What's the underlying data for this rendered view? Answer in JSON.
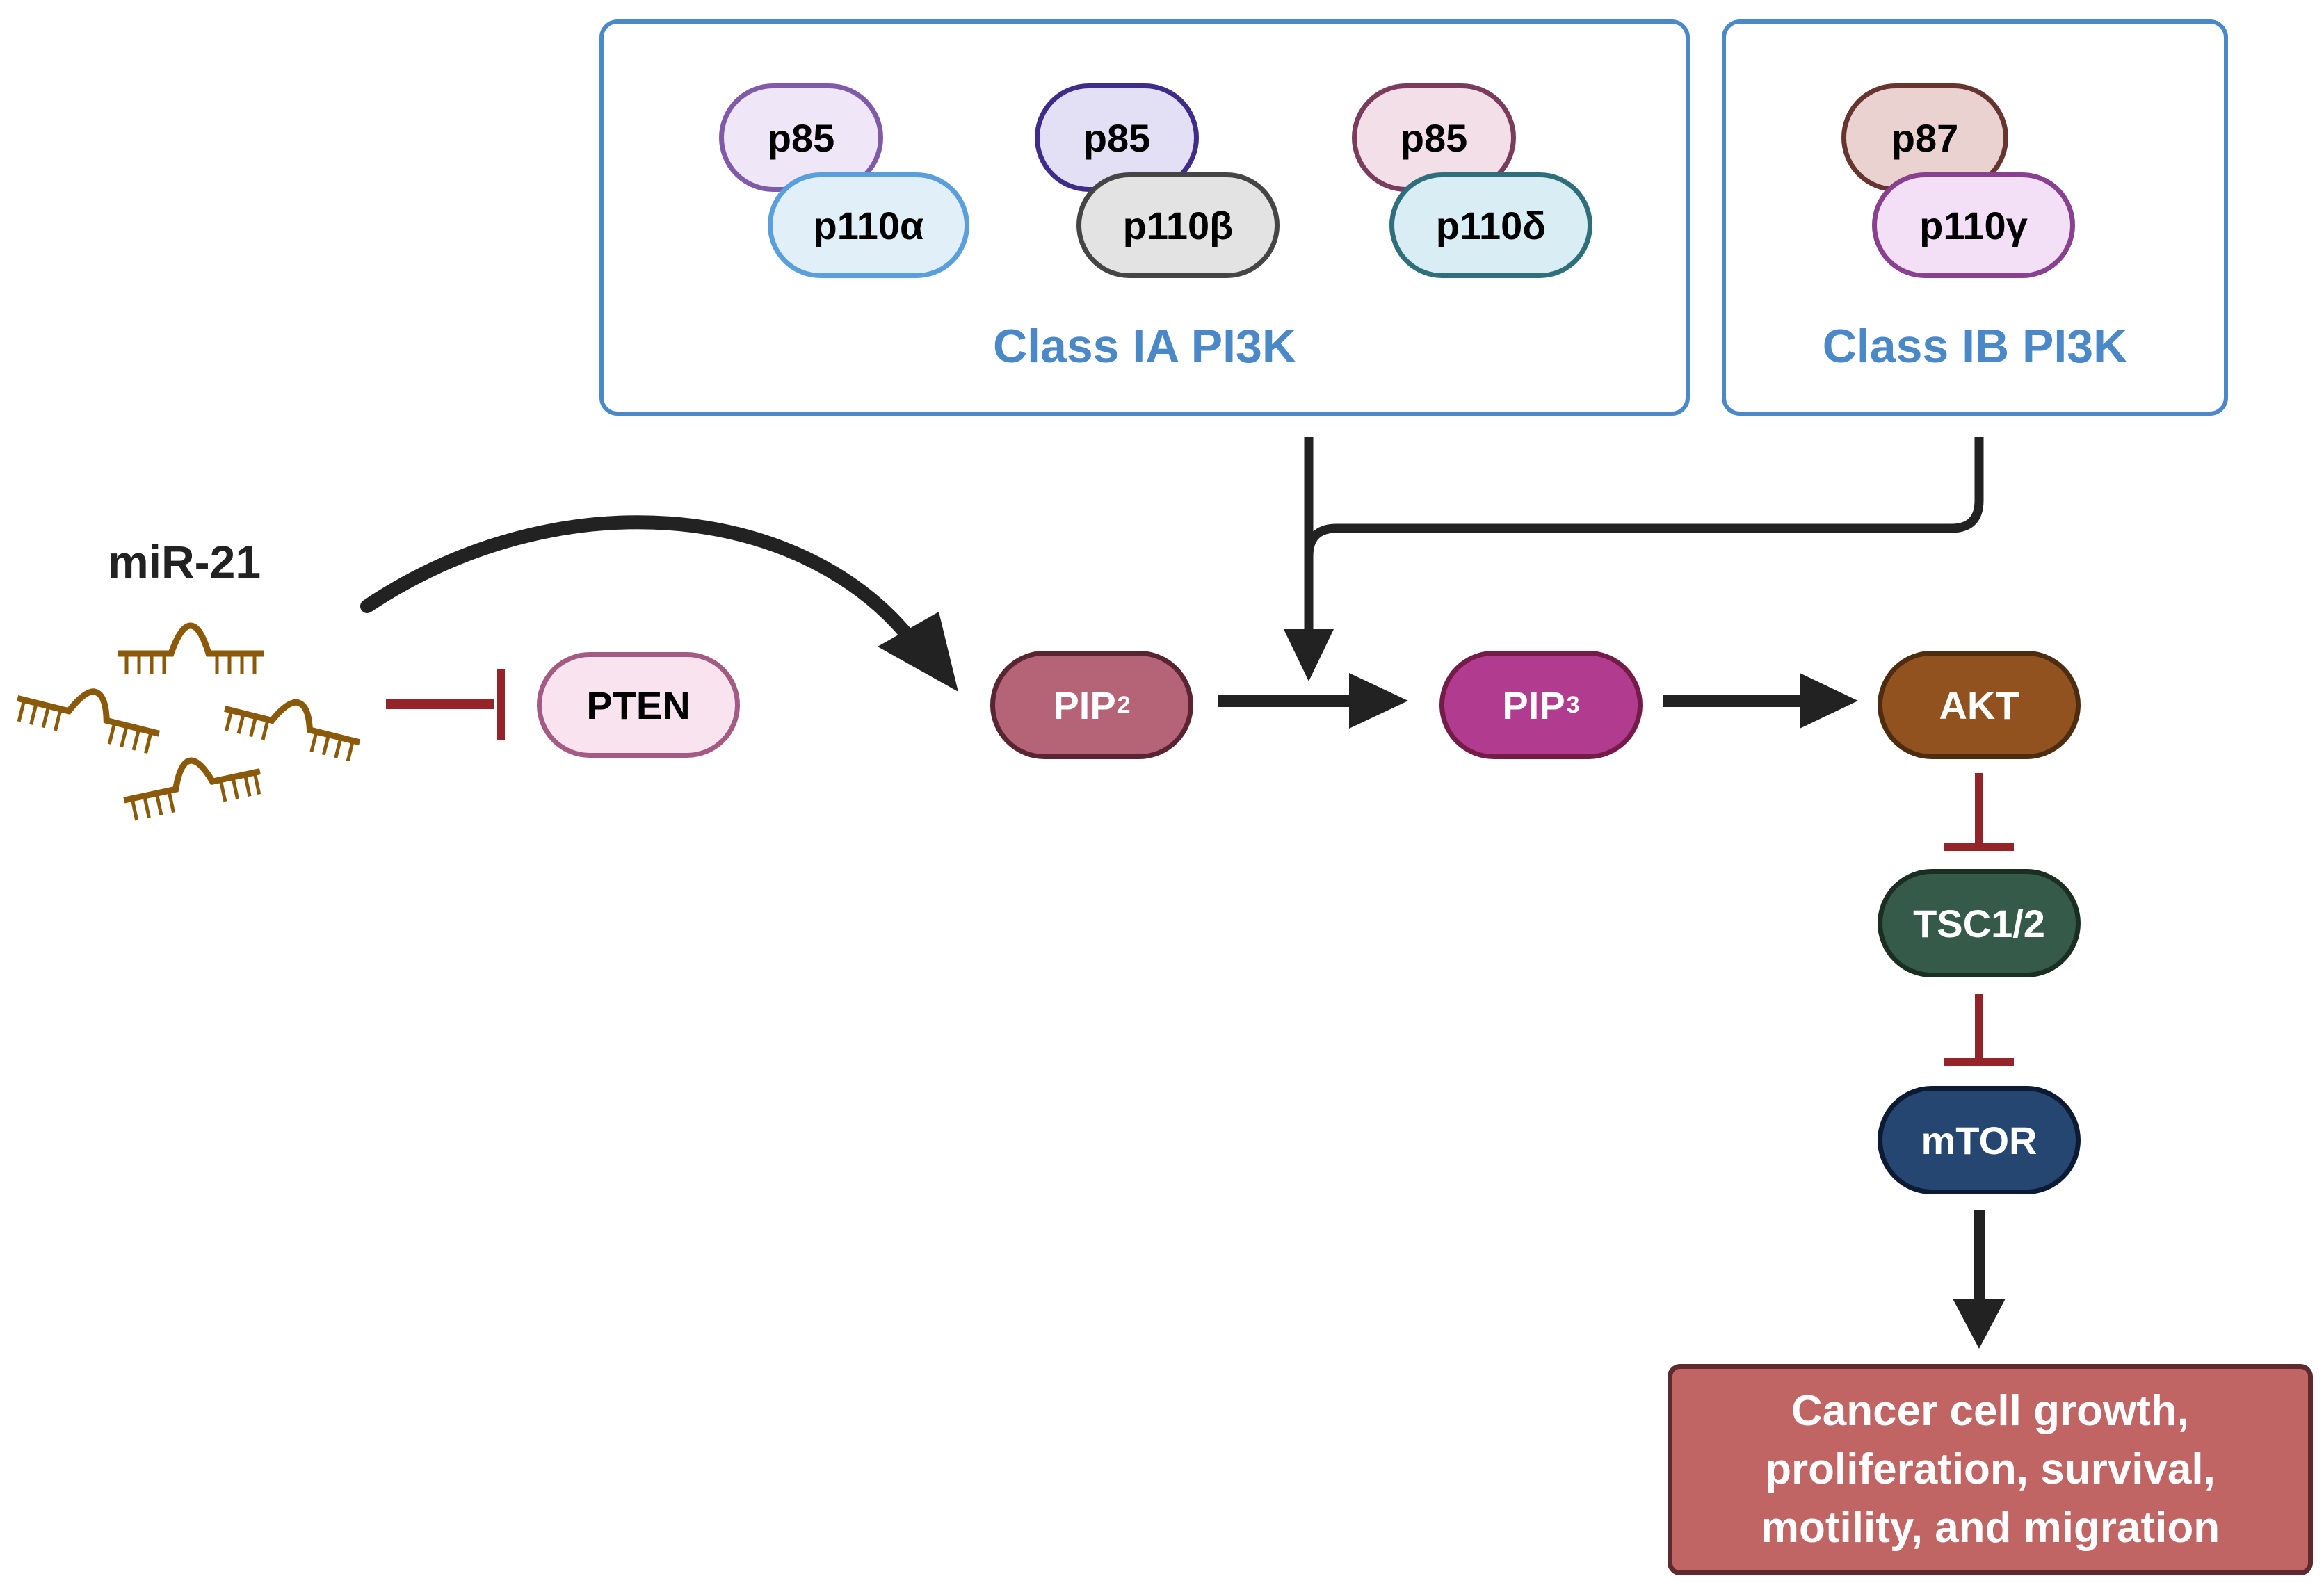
{
  "classIA": {
    "title": "Class IA PI3K",
    "complexes": [
      {
        "regulatory": "p85",
        "catalytic": "p110α"
      },
      {
        "regulatory": "p85",
        "catalytic": "p110β"
      },
      {
        "regulatory": "p85",
        "catalytic": "p110δ"
      }
    ]
  },
  "classIB": {
    "title": "Class IB PI3K",
    "complex": {
      "regulatory": "p87",
      "catalytic": "p110γ"
    }
  },
  "mirna": {
    "label": "miR-21"
  },
  "nodes": {
    "pten": "PTEN",
    "pip2": {
      "base": "PIP",
      "sub": "2"
    },
    "pip3": {
      "base": "PIP",
      "sub": "3"
    },
    "akt": "AKT",
    "tsc": "TSC1/2",
    "mtor": "mTOR"
  },
  "outcome": {
    "lines": [
      "Cancer cell growth,",
      "proliferation, survival,",
      "motility, and migration"
    ]
  },
  "colors": {
    "panel_border": "#4a88c7",
    "activation_arrow": "#222222",
    "inhibition": "#94232a",
    "mirna": "#8a5a0a"
  }
}
